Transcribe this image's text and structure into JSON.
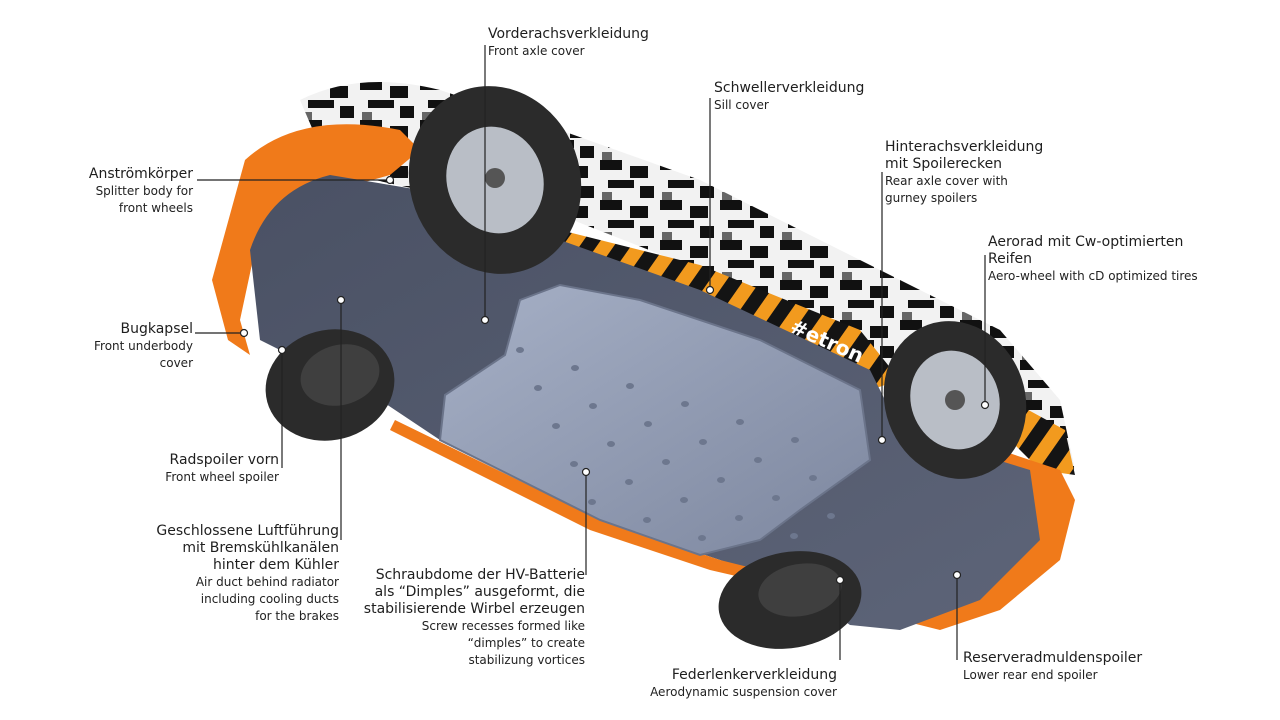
{
  "callouts": {
    "front_axle": {
      "de": "Vorderachsverkleidung",
      "en": "Front axle cover"
    },
    "sill": {
      "de": "Schwellerverkleidung",
      "en": "Sill cover"
    },
    "rear_axle": {
      "de": [
        "Hinterachsverkleidung",
        "mit Spoilerecken"
      ],
      "en": [
        "Rear axle cover with",
        "gurney spoilers"
      ]
    },
    "aerorad": {
      "de": [
        "Aerorad mit Cw-optimierten",
        "Reifen"
      ],
      "en": [
        "Aero-wheel with cD optimized tires"
      ]
    },
    "splitter": {
      "de": "Anströmkörper",
      "en": [
        "Splitter body for",
        "front wheels"
      ]
    },
    "bugkapsel": {
      "de": "Bugkapsel",
      "en": [
        "Front underbody",
        "cover"
      ]
    },
    "radspoiler": {
      "de": "Radspoiler vorn",
      "en": "Front wheel spoiler"
    },
    "luftfuehrung": {
      "de": [
        "Geschlossene Luftführung",
        "mit Bremskühlkanälen",
        "hinter dem Kühler"
      ],
      "en": [
        "Air duct behind radiator",
        "including cooling ducts",
        "for the brakes"
      ]
    },
    "schraubdome": {
      "de": [
        "Schraubdome der HV-Batterie",
        "als “Dimples” ausgeformt, die",
        "stabilisierende Wirbel erzeugen"
      ],
      "en": [
        "Screw recesses formed like",
        "“dimples” to create",
        "stabilizung vortices"
      ]
    },
    "federlenker": {
      "de": "Federlenkerverkleidung",
      "en": "Aerodynamic suspension cover"
    },
    "reserverad": {
      "de": "Reserveradmuldenspoiler",
      "en": "Lower rear end spoiler"
    }
  },
  "badge": "#etron",
  "colors": {
    "orange": "#f07a1a",
    "underbody": "#525a6e",
    "battery": "#8f9ab2",
    "tire": "#2b2b2b",
    "rim": "#b9bec6"
  }
}
